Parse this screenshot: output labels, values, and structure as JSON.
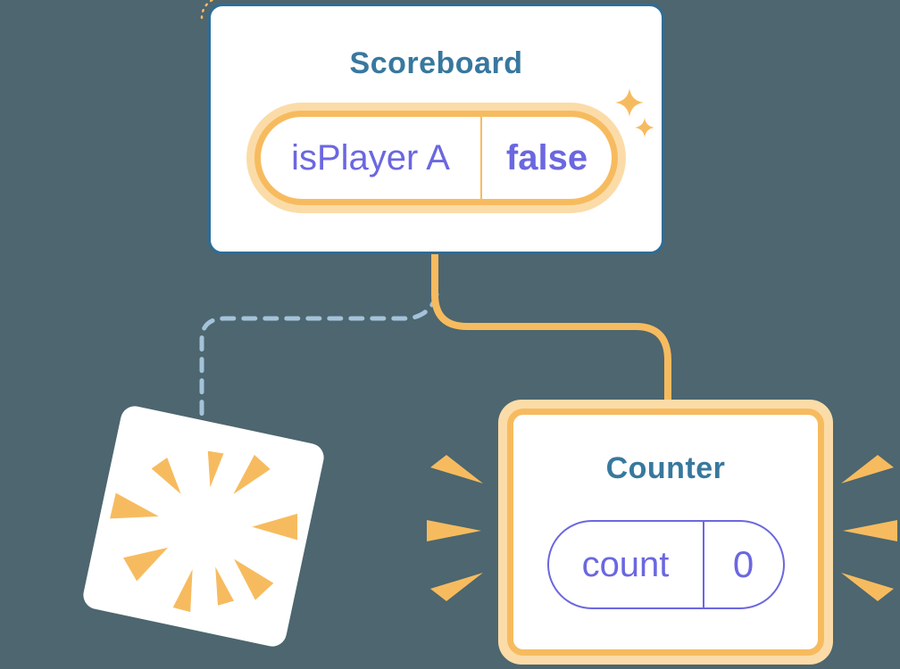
{
  "colors": {
    "bg": "#4D666F",
    "card-bg": "#FFFFFF",
    "card-border": "#2E6D96",
    "title": "#38789E",
    "purple": "#6B67E0",
    "orange": "#F7BB5F",
    "halo": "#FBDCA8",
    "dashed": "#A4C3DA"
  },
  "scoreboard": {
    "title": "Scoreboard",
    "state": {
      "name": "isPlayer A",
      "value": "false"
    },
    "decoration_icon": "sparkle-icon"
  },
  "counter": {
    "title": "Counter",
    "state": {
      "name": "count",
      "value": "0"
    },
    "decoration_icon": "emphasis-wedges-icon"
  },
  "destroyed": {
    "decoration_icon": "burst-icon"
  },
  "connectors": {
    "scoreboard_to_counter": "solid-orange",
    "scoreboard_to_destroyed": "dashed-blue"
  }
}
